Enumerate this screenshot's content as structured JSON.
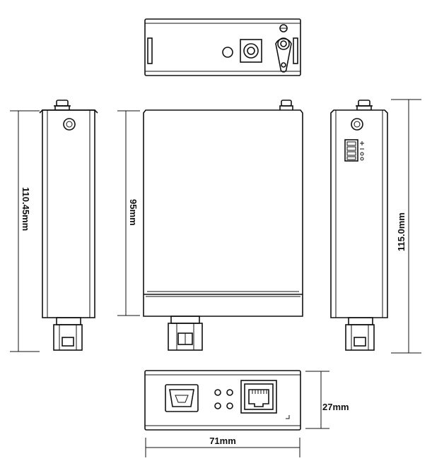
{
  "dimensions": {
    "side_height": "110.45mm",
    "front_height": "95mm",
    "overall_height": "115.0mm",
    "depth": "27mm",
    "width": "71mm"
  },
  "views": [
    "top-view",
    "left-side-view",
    "front-view",
    "right-side-view",
    "end-view"
  ],
  "icons": [
    "dc-jack-icon",
    "ground-screw-icon",
    "sfp-port-icon",
    "rj45-port-icon",
    "led-indicator-icon",
    "dip-switch-icon"
  ]
}
